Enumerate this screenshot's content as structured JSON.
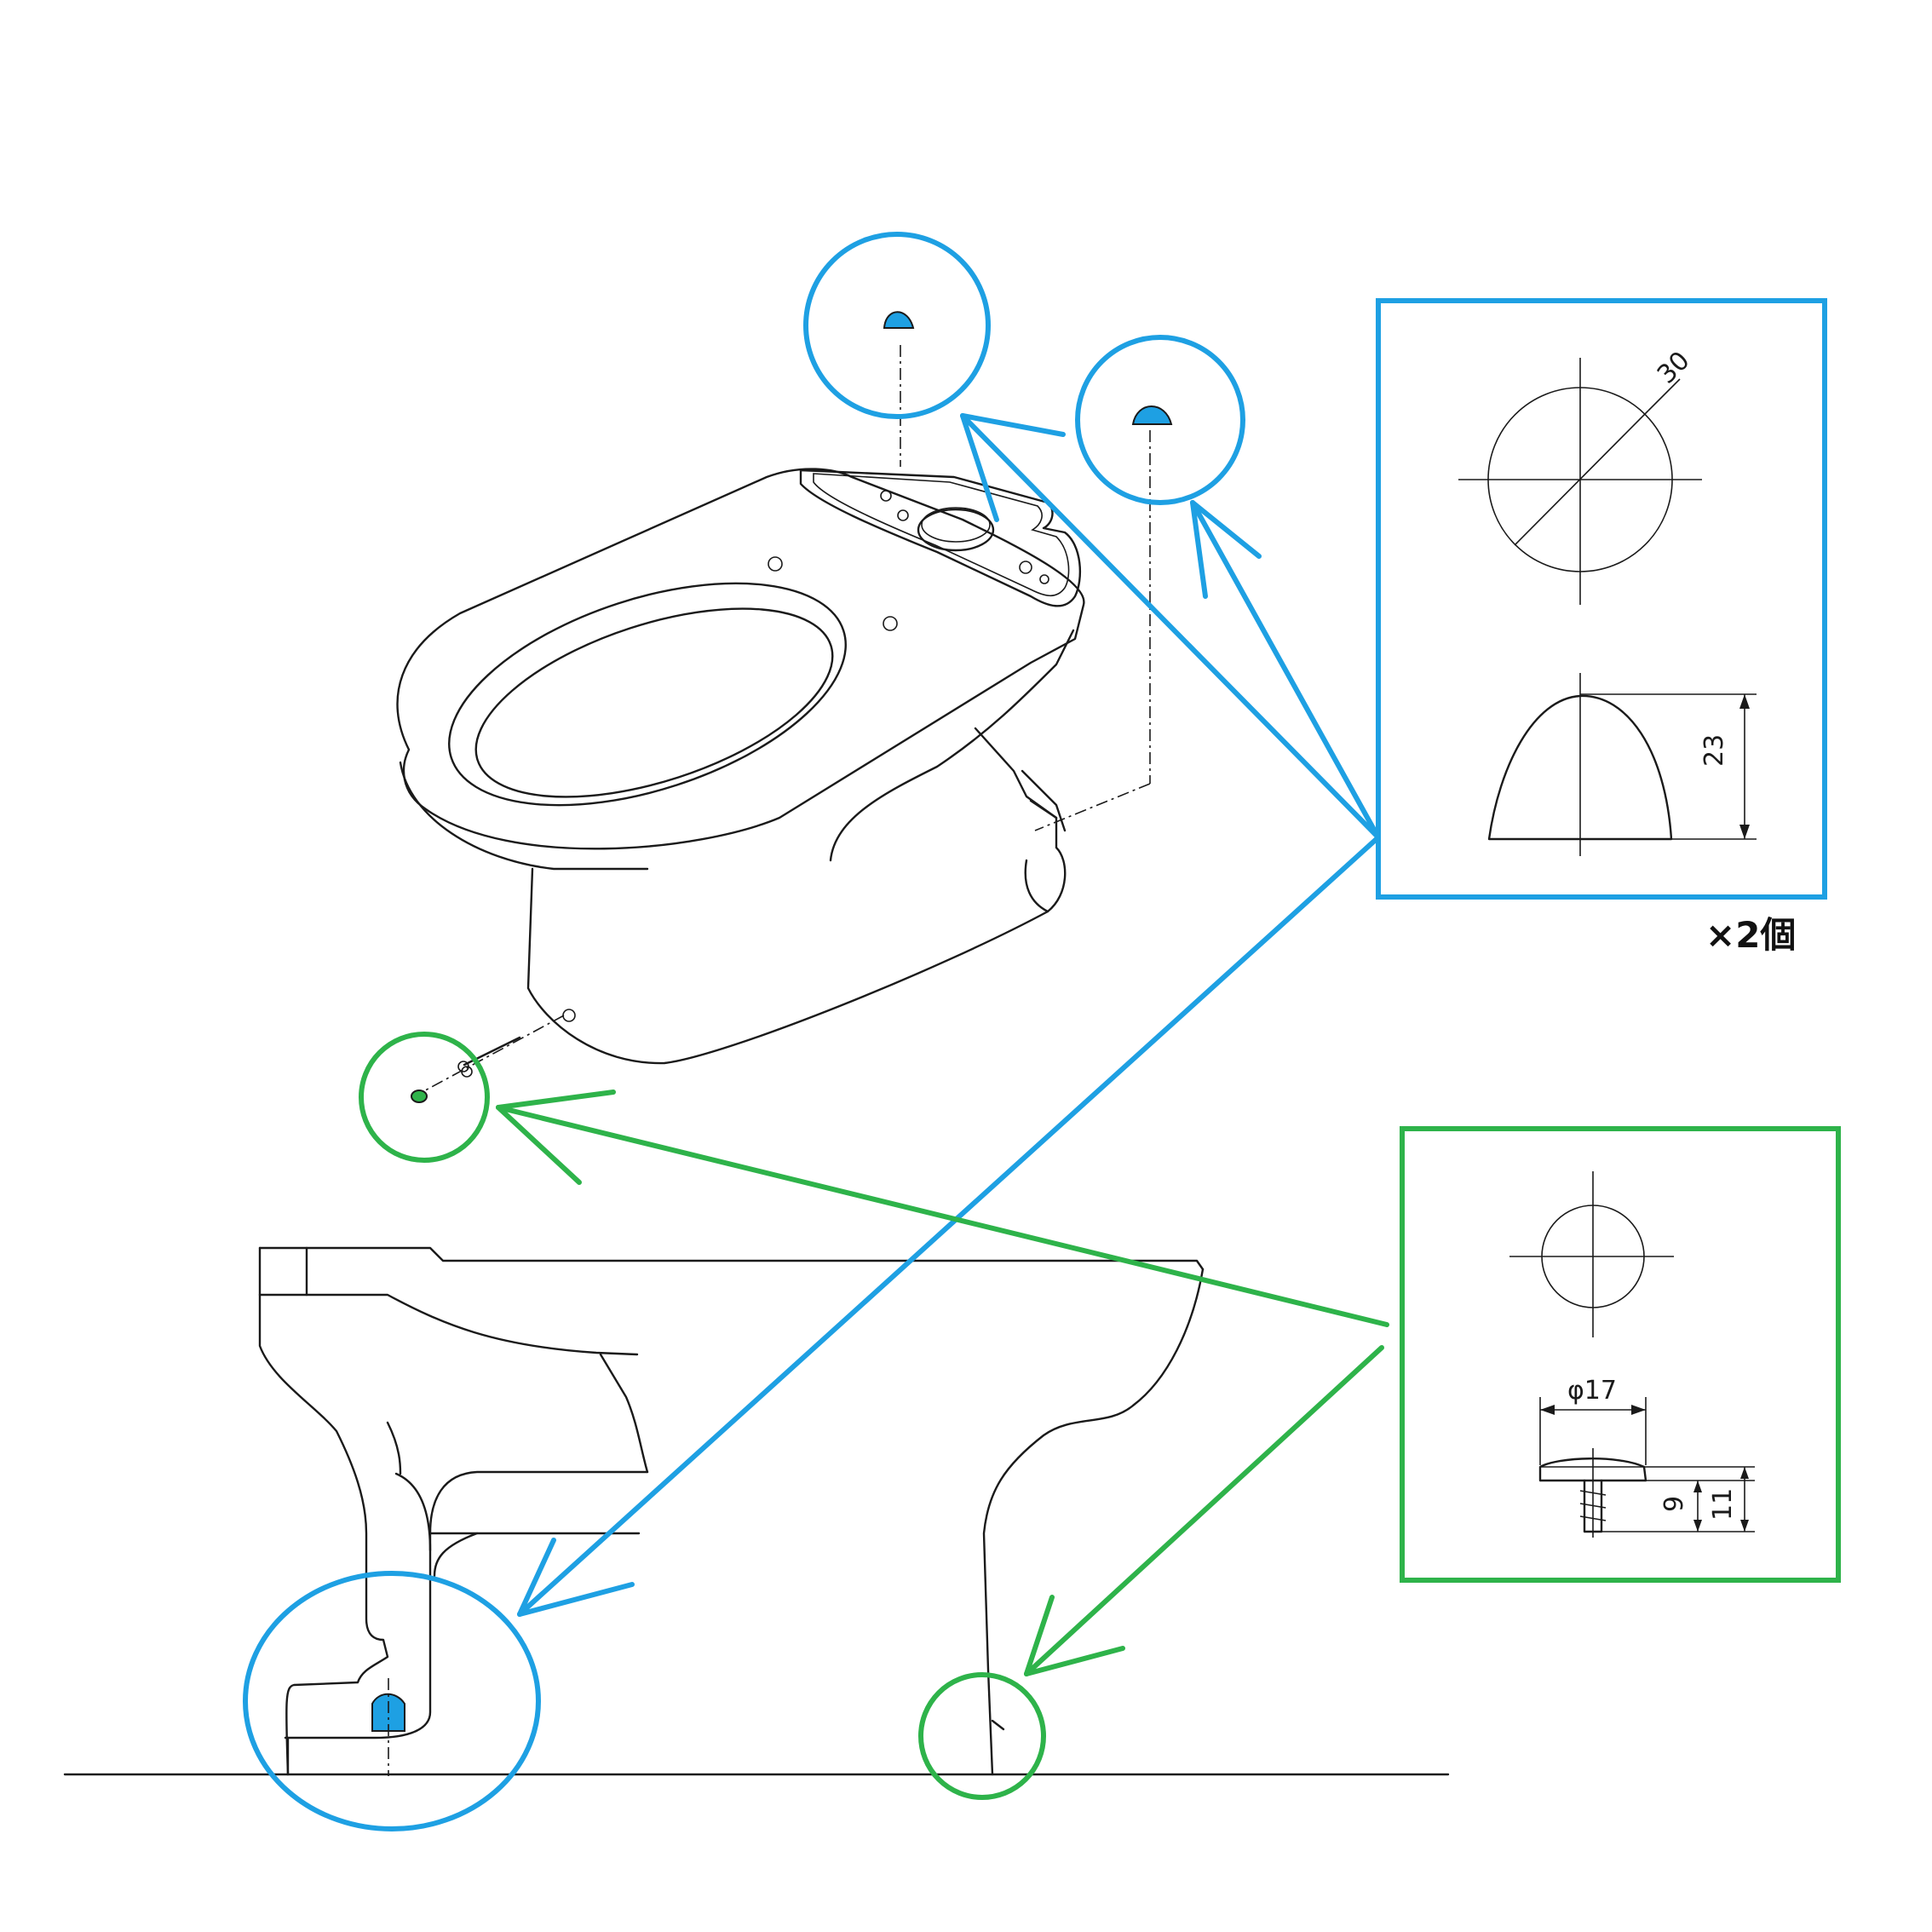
{
  "colors": {
    "cap_callout": "#1ea0e3",
    "washer_callout": "#2eb34a",
    "line_art": "#1a1a1a"
  },
  "cap_detail": {
    "diameter_label": "30",
    "height_label": "23",
    "quantity_label": "×2個"
  },
  "washer_detail": {
    "diameter_label": "φ17",
    "dim_a_label": "9",
    "dim_b_label": "11"
  }
}
